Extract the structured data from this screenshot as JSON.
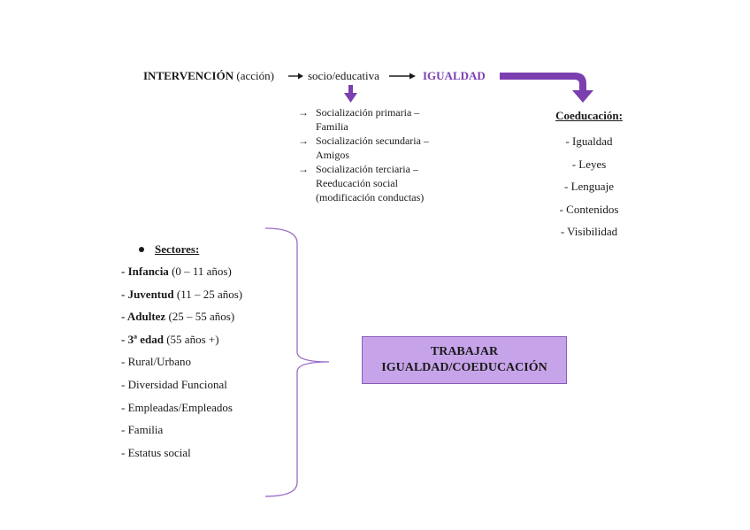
{
  "top": {
    "intervencion": "INTERVENCIÓN",
    "accion": "(acción)",
    "socio": "socio/educativa",
    "igualdad": "IGUALDAD",
    "arrow": "→"
  },
  "socializacion": [
    {
      "arrow": "→",
      "text": "Socialización primaria – Familia"
    },
    {
      "arrow": "→",
      "text": "Socialización secundaria – Amigos"
    },
    {
      "arrow": "→",
      "text": "Socialización terciaria – Reeducación social (modificación conductas)"
    }
  ],
  "coeducacion": {
    "title": "Coeducación:",
    "items": [
      "- Igualdad",
      "- Leyes",
      "- Lenguaje",
      "- Contenidos",
      "- Visibilidad"
    ]
  },
  "sectores": {
    "title": "Sectores:",
    "rows": [
      {
        "bold": "- Infancia",
        "rest": " (0 – 11 años)"
      },
      {
        "bold": "- Juventud",
        "rest": " (11 – 25 años)"
      },
      {
        "bold": "- Adultez",
        "rest": " (25 – 55 años)"
      },
      {
        "bold": "- 3ª edad",
        "rest": " (55 años +)"
      },
      {
        "bold": "",
        "rest": "- Rural/Urbano"
      },
      {
        "bold": "",
        "rest": "- Diversidad Funcional"
      },
      {
        "bold": "",
        "rest": "- Empleadas/Empleados"
      },
      {
        "bold": "",
        "rest": "- Familia"
      },
      {
        "bold": "",
        "rest": "- Estatus social"
      }
    ]
  },
  "box": {
    "line1": "TRABAJAR",
    "line2": "IGUALDAD/COEDUCACIÓN"
  },
  "colors": {
    "accent": "#7b3fb0",
    "box_fill": "#c7a4ea",
    "box_border": "#8a5ab8",
    "brace": "#9a6ac8"
  }
}
